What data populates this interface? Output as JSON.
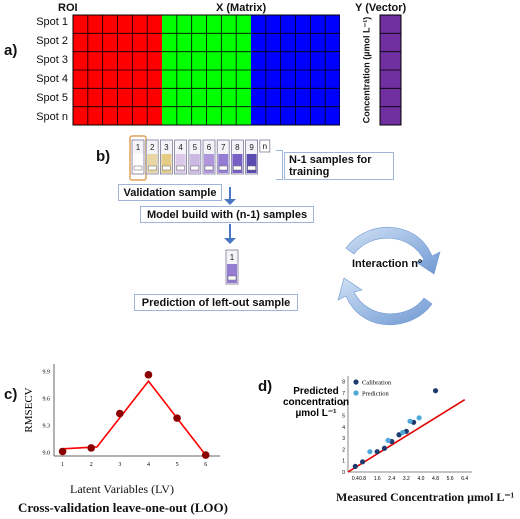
{
  "panels": {
    "a": "a)",
    "b": "b)",
    "c": "c)",
    "d": "d)"
  },
  "matrix": {
    "roi_header": "ROI",
    "x_header": "X (Matrix)",
    "y_header": "Y (Vector)",
    "rows": [
      "Spot 1",
      "Spot 2",
      "Spot 3",
      "Spot 4",
      "Spot 5",
      "Spot n"
    ],
    "y_axis_label": "Concentration (µmol L⁻¹)",
    "colors": {
      "red": "#ff0000",
      "green": "#00ff00",
      "blue": "#0000ff",
      "purple": "#7030a0"
    }
  },
  "loo": {
    "vials": [
      "1",
      "2",
      "3",
      "4",
      "5",
      "6",
      "7",
      "8",
      "9",
      "n"
    ],
    "training_label": "N-1 samples for training",
    "validation_label": "Validation sample",
    "model_label": "Model build with (n-1) samples",
    "left_out_vial": "1",
    "prediction_label": "Prediction of left-out sample",
    "interaction_label": "Interaction nº"
  },
  "chart_data": [
    {
      "type": "line",
      "ylabel": "RMSECV",
      "xlabel": "Latent Variables (LV)",
      "caption": "Cross-validation leave-one-out (LOO)",
      "xticks": [
        1,
        2,
        3,
        4,
        5,
        6
      ],
      "yticks": [
        9.0,
        9.3,
        9.6,
        9.9
      ],
      "xlim": [
        0.7,
        6.5
      ],
      "ylim": [
        8.95,
        9.97
      ],
      "series": [
        {
          "x": [
            1,
            2,
            3,
            4,
            5,
            6
          ],
          "y": [
            9.0,
            9.04,
            9.42,
            9.85,
            9.37,
            8.96
          ]
        }
      ],
      "trend_line": {
        "x": [
          1,
          2.2,
          4,
          6
        ],
        "y": [
          9.03,
          9.05,
          9.78,
          8.96
        ]
      },
      "colors": {
        "points": "#8b0000",
        "line": "#ff0000"
      }
    },
    {
      "type": "scatter",
      "ylabel": "Predicted concentration µmol L⁻¹",
      "xlabel": "Measured Concentration µmol L⁻¹",
      "xticks": [
        "0.4",
        "0.8",
        "1.6",
        "2.4",
        "3.2",
        "4.0",
        "4.8",
        "5.6",
        "6.4"
      ],
      "yticks": [
        "0",
        "1",
        "2",
        "3",
        "4",
        "5",
        "6",
        "7",
        "8"
      ],
      "xlim": [
        0,
        6.8
      ],
      "ylim": [
        0,
        8.5
      ],
      "legend": [
        "Calibration",
        "Prediction"
      ],
      "legend_position": "top-left",
      "series": [
        {
          "name": "Calibration",
          "x": [
            0.4,
            0.8,
            1.6,
            2.0,
            2.4,
            2.8,
            3.2,
            3.6,
            4.8
          ],
          "y": [
            0.5,
            0.9,
            1.8,
            2.1,
            2.7,
            3.3,
            3.6,
            4.4,
            7.2
          ]
        },
        {
          "name": "Prediction",
          "x": [
            1.2,
            2.2,
            3.0,
            3.4,
            3.9
          ],
          "y": [
            1.8,
            2.8,
            3.5,
            4.5,
            4.8
          ]
        }
      ],
      "reference_line": {
        "x": [
          0,
          6.4
        ],
        "y": [
          0,
          6.4
        ]
      },
      "colors": {
        "calibration": "#1f3a6e",
        "prediction": "#4fa8d8",
        "line": "#e00000"
      }
    }
  ]
}
